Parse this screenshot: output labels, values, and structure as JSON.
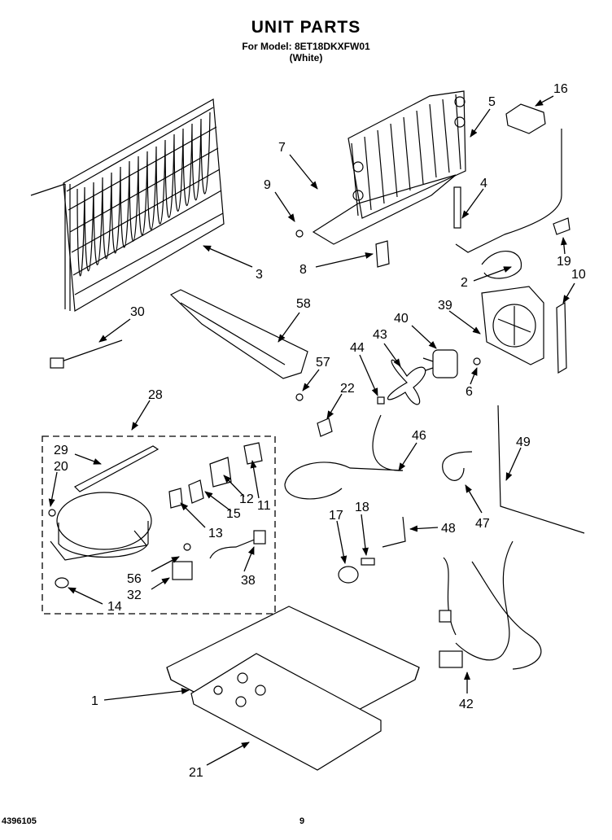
{
  "header": {
    "title": "UNIT PARTS",
    "model_line": "For Model: 8ET18DKXFW01",
    "color_line": "(White)"
  },
  "footer": {
    "doc_number": "4396105",
    "page_number": "9"
  },
  "callouts": [
    "16",
    "5",
    "7",
    "9",
    "4",
    "19",
    "8",
    "3",
    "2",
    "10",
    "58",
    "39",
    "30",
    "40",
    "43",
    "44",
    "57",
    "6",
    "22",
    "28",
    "46",
    "29",
    "20",
    "49",
    "17",
    "18",
    "48",
    "12",
    "15",
    "11",
    "13",
    "47",
    "56",
    "38",
    "32",
    "14",
    "1",
    "42",
    "21"
  ]
}
